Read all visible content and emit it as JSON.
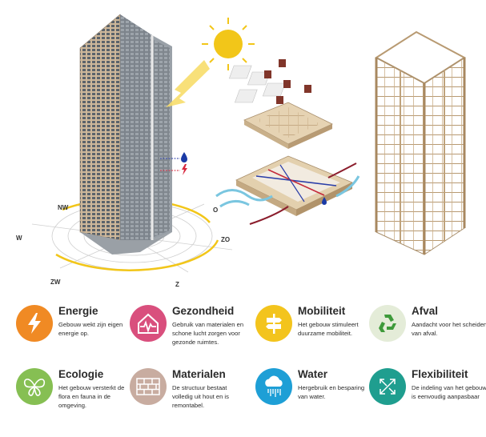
{
  "compass": {
    "nw": "NW",
    "w": "W",
    "zw": "ZW",
    "z": "Z",
    "zo": "ZO",
    "o": "O"
  },
  "features": [
    {
      "id": "energie",
      "title": "Energie",
      "desc": "Gebouw wekt zijn eigen energie op.",
      "color": "#f08a24",
      "icon": "lightning-bolt-icon"
    },
    {
      "id": "gezondheid",
      "title": "Gezondheid",
      "desc": "Gebruik van materialen en schone lucht zorgen voor gezonde ruimtes.",
      "color": "#d94f7d",
      "icon": "house-heartbeat-icon"
    },
    {
      "id": "mobiliteit",
      "title": "Mobiliteit",
      "desc": "Het gebouw stimuleert duurzame mobiliteit.",
      "color": "#f3c41d",
      "icon": "signpost-icon"
    },
    {
      "id": "afval",
      "title": "Afval",
      "desc": "Aandacht voor het scheiden van afval.",
      "color": "#e4ecd8",
      "icon": "recycle-icon"
    },
    {
      "id": "ecologie",
      "title": "Ecologie",
      "desc": "Het gebouw versterkt de flora en fauna in de omgeving.",
      "color": "#86bf53",
      "icon": "butterfly-icon"
    },
    {
      "id": "materialen",
      "title": "Materialen",
      "desc": "De structuur bestaat volledig uit hout en is remontabel.",
      "color": "#c8aca0",
      "icon": "brick-wall-icon"
    },
    {
      "id": "water",
      "title": "Water",
      "desc": "Hergebruik en besparing van water.",
      "color": "#1e9fd6",
      "icon": "rain-cloud-icon"
    },
    {
      "id": "flexibiliteit",
      "title": "Flexibiliteit",
      "desc": "De indeling van het gebouw is eenvoudig aanpasbaar",
      "color": "#1f9e8f",
      "icon": "expand-arrows-icon"
    }
  ]
}
